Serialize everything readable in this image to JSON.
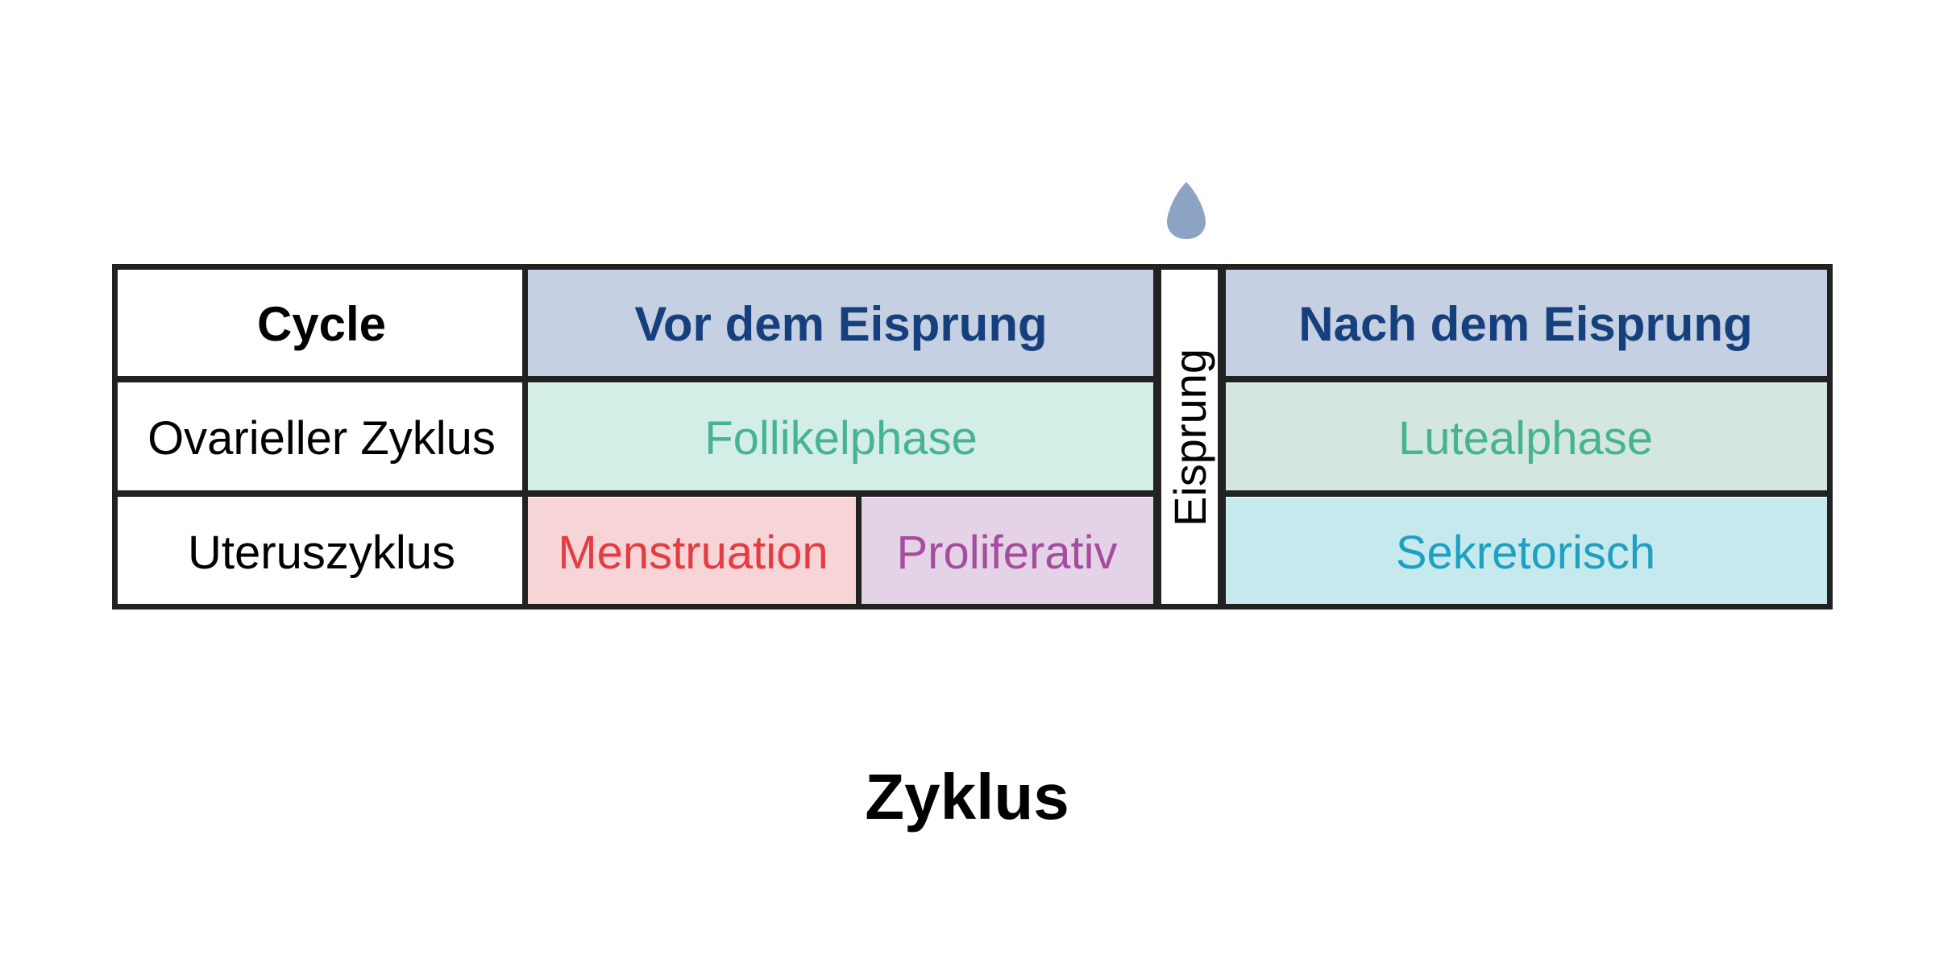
{
  "header": {
    "cycle_label": "Cycle",
    "before_ovulation": "Vor dem Eisprung",
    "after_ovulation": "Nach dem Eisprung"
  },
  "ovulation": {
    "label": "Eisprung",
    "icon": "egg-icon",
    "icon_color": "#8da3c4"
  },
  "rows": [
    {
      "label": "Ovarieller Zyklus",
      "before": "Follikelphase",
      "after": "Lutealphase"
    },
    {
      "label": "Uteruszyklus",
      "before_first": "Menstruation",
      "before_second": "Proliferativ",
      "after": "Sekretorisch"
    }
  ],
  "title": "Zyklus",
  "colors": {
    "header_fill": "#c5d0e2",
    "header_text": "#16407d",
    "follicular_fill": "#d3ede7",
    "luteal_fill": "#d3e7df",
    "phase_text": "#46b394",
    "menstruation_fill": "#f7d5d6",
    "menstruation_text": "#e43c43",
    "proliferative_fill": "#e4d3e6",
    "proliferative_text": "#a54c9e",
    "secretory_fill": "#c6e9ee",
    "secretory_text": "#1ea1c1",
    "border": "#222222"
  }
}
